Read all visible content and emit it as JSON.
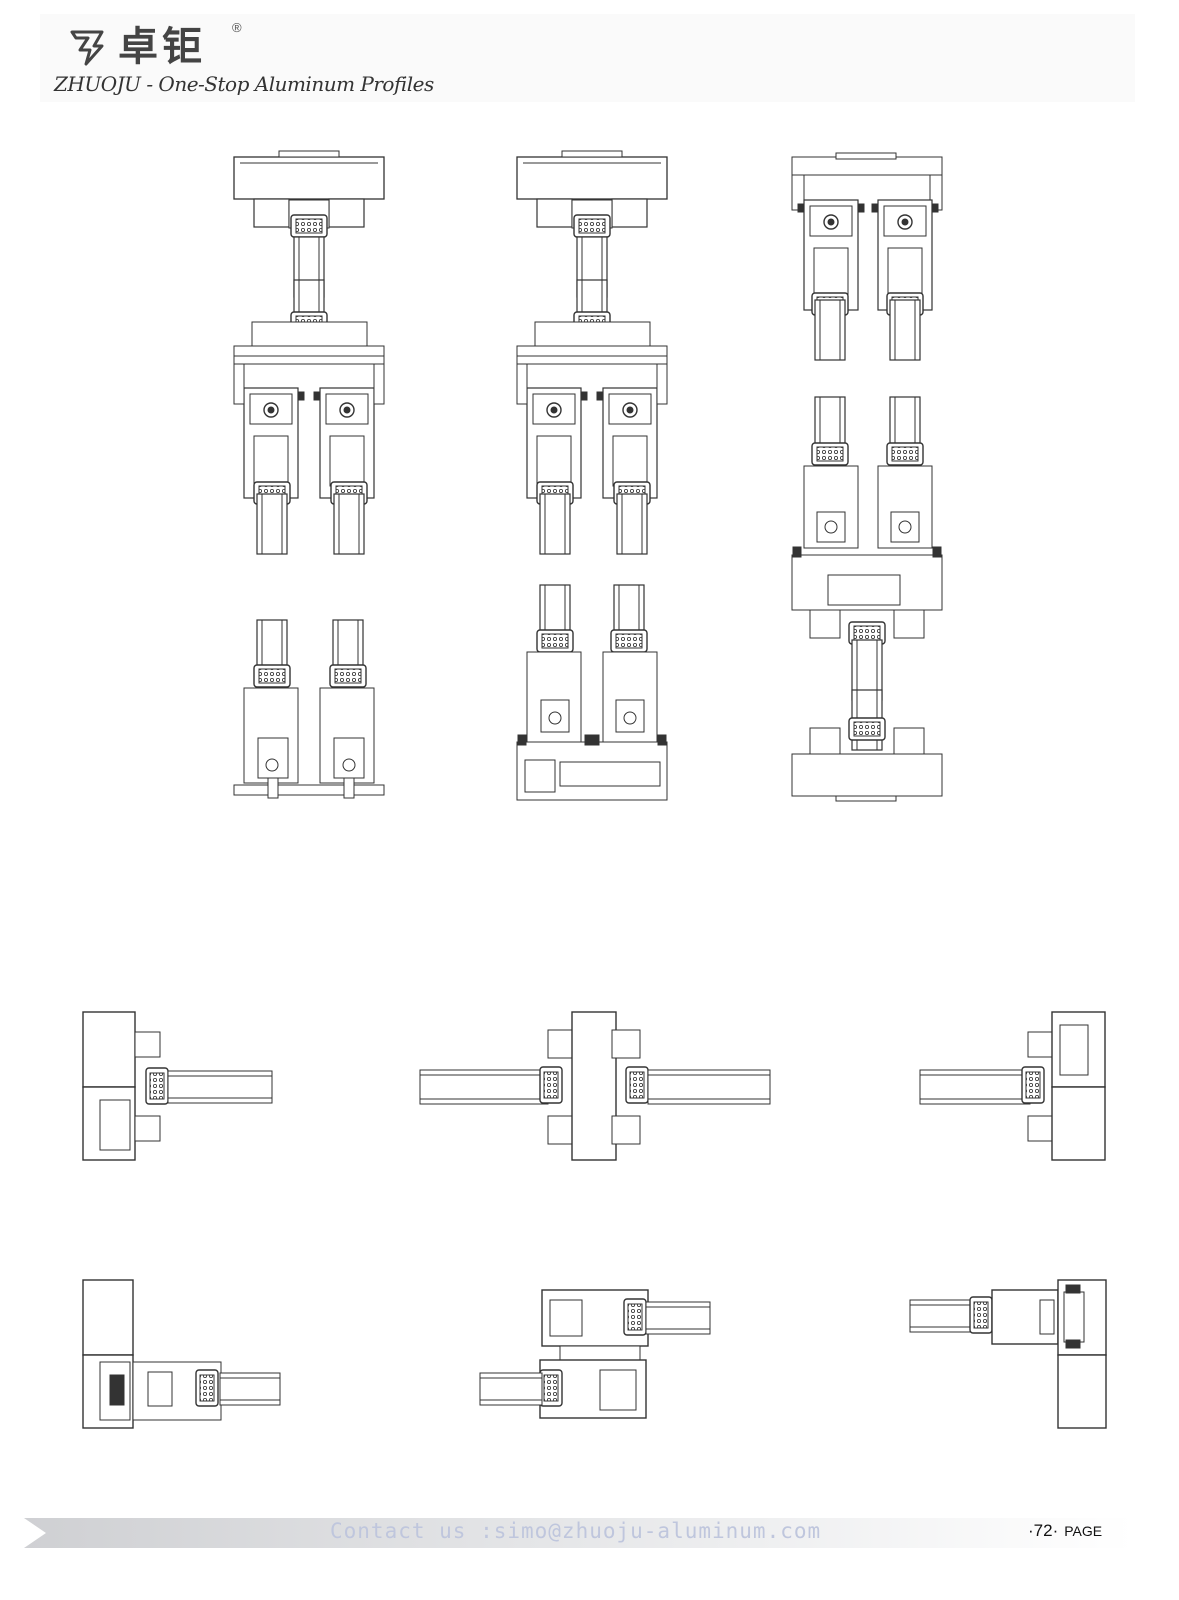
{
  "header": {
    "brand_name": "卓钜",
    "registered_mark": "®",
    "tagline": "ZHUOJU - One-Stop Aluminum Profiles",
    "logo_icon": "zj-logo-icon"
  },
  "footer": {
    "contact": "Contact us :simo@zhuoju-aluminum.com",
    "page_number": "·72·",
    "page_label": "PAGE",
    "band_color": "#cfd0d3"
  },
  "colors": {
    "line": "#333333",
    "text_gray": "#444444"
  }
}
